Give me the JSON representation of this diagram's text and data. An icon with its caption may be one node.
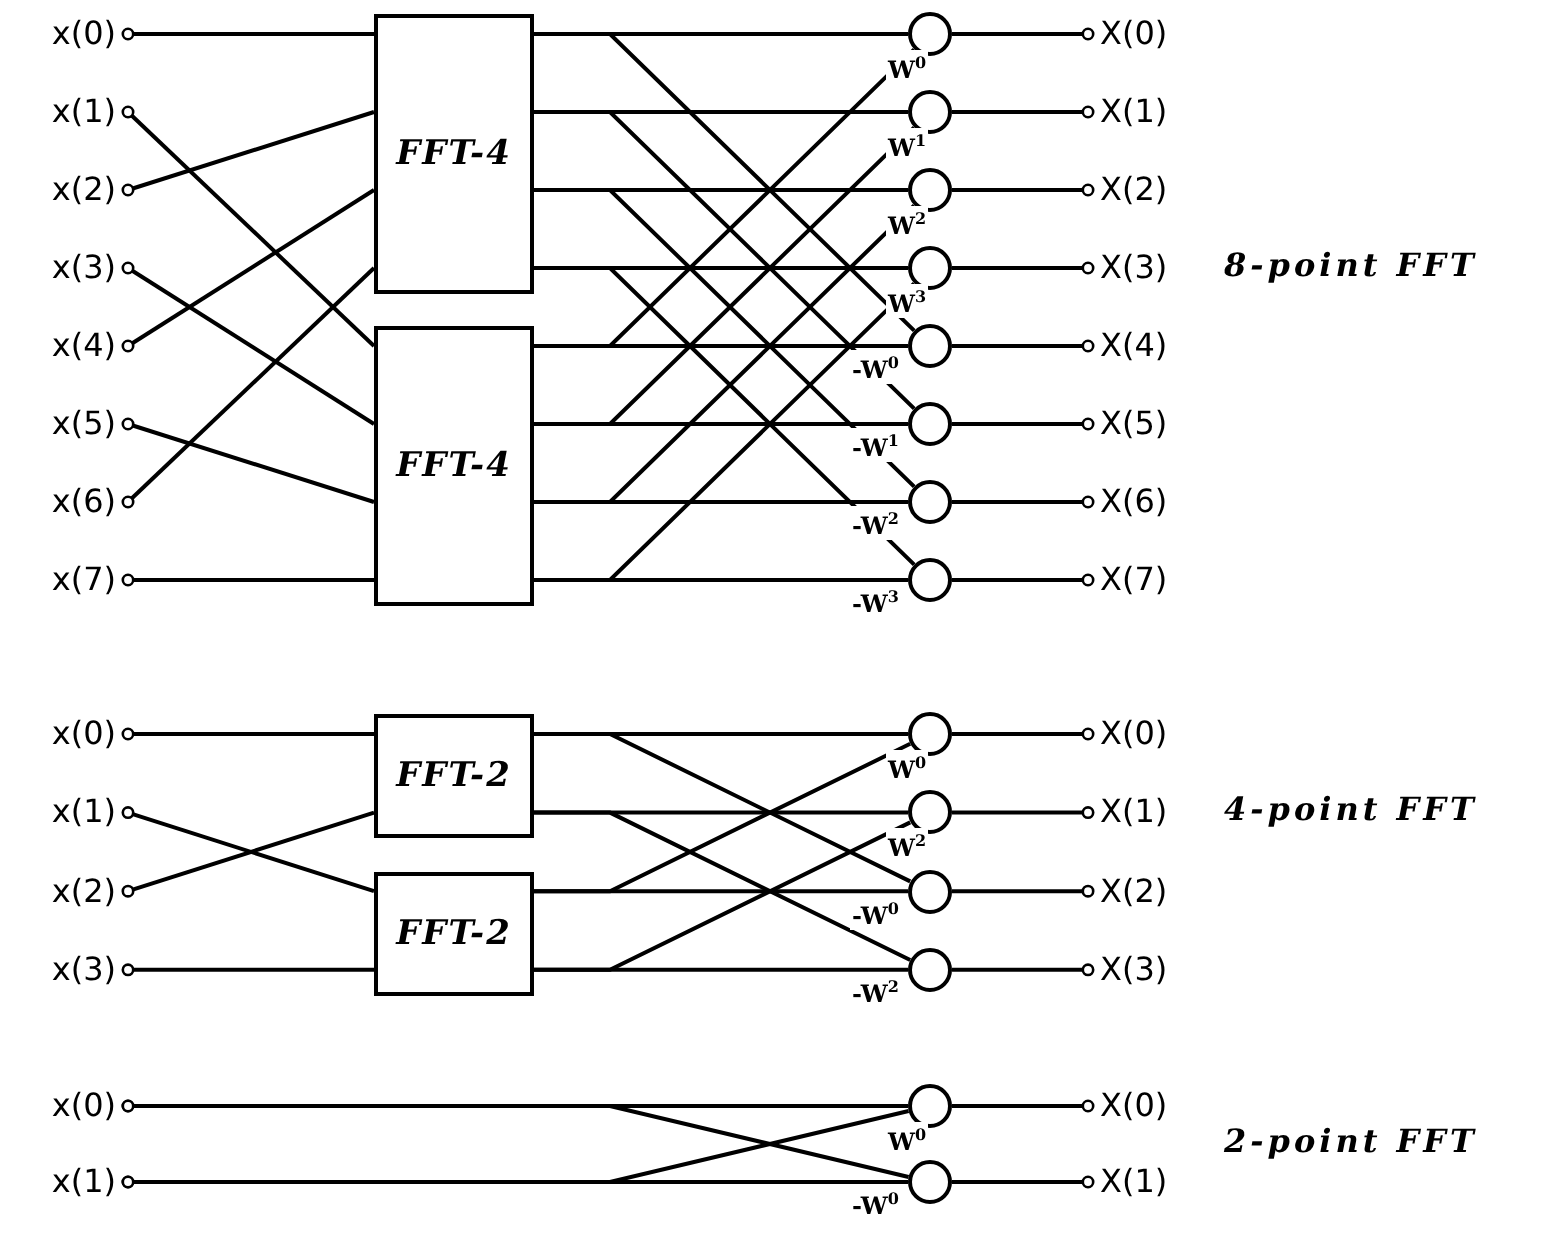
{
  "diagram": {
    "nodes": [
      {
        "text": [
          "x(0)"
        ]
      },
      {
        "text": [
          "x(1)"
        ]
      },
      {
        "text": [
          "x(2)"
        ]
      },
      {
        "text": [
          "x(3)"
        ]
      },
      {
        "text": [
          "x(4)"
        ]
      },
      {
        "text": [
          "x(5)"
        ]
      },
      {
        "text": [
          "x(6)"
        ]
      },
      {
        "text": [
          "x(7)"
        ]
      },
      {
        "text": [
          "FFT-4"
        ]
      },
      {
        "text": [
          "FFT-4"
        ]
      },
      {
        "text": [],
        "shape": "circle"
      },
      {
        "text": [],
        "shape": "circle"
      },
      {
        "text": [],
        "shape": "circle"
      },
      {
        "text": [],
        "shape": "circle"
      },
      {
        "text": [],
        "shape": "circle"
      },
      {
        "text": [],
        "shape": "circle"
      },
      {
        "text": [],
        "shape": "circle"
      },
      {
        "text": [],
        "shape": "circle"
      },
      {
        "text": [
          "X(0)"
        ]
      },
      {
        "text": [
          "X(1)"
        ]
      },
      {
        "text": [
          "X(2)"
        ]
      },
      {
        "text": [
          "X(3)"
        ]
      },
      {
        "text": [
          "X(4)"
        ]
      },
      {
        "text": [
          "X(5)"
        ]
      },
      {
        "text": [
          "X(6)"
        ]
      },
      {
        "text": [
          "X(7)"
        ]
      },
      {
        "text": [
          "x(0)"
        ]
      },
      {
        "text": [
          "x(1)"
        ]
      },
      {
        "text": [
          "x(2)"
        ]
      },
      {
        "text": [
          "x(3)"
        ]
      },
      {
        "text": [
          "FFT-2"
        ]
      },
      {
        "text": [
          "FFT-2"
        ]
      },
      {
        "text": [],
        "shape": "circle"
      },
      {
        "text": [],
        "shape": "circle"
      },
      {
        "text": [],
        "shape": "circle"
      },
      {
        "text": [],
        "shape": "circle"
      },
      {
        "text": [
          "X(0)"
        ]
      },
      {
        "text": [
          "X(1)"
        ]
      },
      {
        "text": [
          "X(2)"
        ]
      },
      {
        "text": [
          "X(3)"
        ]
      },
      {
        "text": [
          "x(0)"
        ]
      },
      {
        "text": [
          "x(1)"
        ]
      },
      {
        "text": [],
        "shape": "circle"
      },
      {
        "text": [],
        "shape": "circle"
      },
      {
        "text": [
          "X(0)"
        ]
      },
      {
        "text": [
          "X(1)"
        ]
      }
    ],
    "edges": [
      {
        "from": 0,
        "to": 8,
        "arrow": "other"
      },
      {
        "from": 1,
        "to": 9,
        "arrow": "other"
      },
      {
        "from": 2,
        "to": 8,
        "arrow": "other"
      },
      {
        "from": 3,
        "to": 9,
        "arrow": "other"
      },
      {
        "from": 4,
        "to": 8,
        "arrow": "other"
      },
      {
        "from": 5,
        "to": 9,
        "arrow": "other"
      },
      {
        "from": 6,
        "to": 8,
        "arrow": "other"
      },
      {
        "from": 7,
        "to": 9,
        "arrow": "other"
      },
      {
        "from": 8,
        "to": 10,
        "arrow": "none"
      },
      {
        "from": 8,
        "to": 14,
        "arrow": "none"
      },
      {
        "from": 9,
        "to": 14,
        "arrow": "none",
        "label": "-W$^{0}$"
      },
      {
        "from": 9,
        "to": 10,
        "arrow": "none",
        "label": "W$^{0}$"
      },
      {
        "from": 8,
        "to": 11,
        "arrow": "none"
      },
      {
        "from": 8,
        "to": 15,
        "arrow": "none"
      },
      {
        "from": 9,
        "to": 15,
        "arrow": "none",
        "label": "-W$^{1}$"
      },
      {
        "from": 9,
        "to": 11,
        "arrow": "none",
        "label": "W$^{1}$"
      },
      {
        "from": 8,
        "to": 12,
        "arrow": "none"
      },
      {
        "from": 8,
        "to": 16,
        "arrow": "none"
      },
      {
        "from": 9,
        "to": 16,
        "arrow": "none",
        "label": "-W$^{2}$"
      },
      {
        "from": 9,
        "to": 12,
        "arrow": "none",
        "label": "W$^{2}$"
      },
      {
        "from": 8,
        "to": 13,
        "arrow": "none"
      },
      {
        "from": 8,
        "to": 17,
        "arrow": "none"
      },
      {
        "from": 9,
        "to": 17,
        "arrow": "none",
        "label": "-W$^{3}$"
      },
      {
        "from": 9,
        "to": 13,
        "arrow": "none",
        "label": "W$^{3}$"
      },
      {
        "from": 10,
        "to": 18,
        "arrow": "other"
      },
      {
        "from": 11,
        "to": 19,
        "arrow": "other"
      },
      {
        "from": 12,
        "to": 20,
        "arrow": "other"
      },
      {
        "from": 13,
        "to": 21,
        "arrow": "other"
      },
      {
        "from": 14,
        "to": 22,
        "arrow": "other"
      },
      {
        "from": 15,
        "to": 23,
        "arrow": "other"
      },
      {
        "from": 16,
        "to": 24,
        "arrow": "other"
      },
      {
        "from": 17,
        "to": 25,
        "arrow": "other"
      },
      {
        "from": 26,
        "to": 30,
        "arrow": "other"
      },
      {
        "from": 27,
        "to": 31,
        "arrow": "other"
      },
      {
        "from": 28,
        "to": 30,
        "arrow": "other"
      },
      {
        "from": 29,
        "to": 31,
        "arrow": "other"
      },
      {
        "from": 30,
        "to": 32,
        "arrow": "none"
      },
      {
        "from": 30,
        "to": 34,
        "arrow": "none"
      },
      {
        "from": 31,
        "to": 34,
        "arrow": "none",
        "label": "-W$^{0}$"
      },
      {
        "from": 31,
        "to": 32,
        "arrow": "none",
        "label": "W$^{0}$"
      },
      {
        "from": 30,
        "to": 33,
        "arrow": "none"
      },
      {
        "from": 30,
        "to": 35,
        "arrow": "none"
      },
      {
        "from": 31,
        "to": 35,
        "arrow": "none",
        "label": "-W$^{2}$"
      },
      {
        "from": 31,
        "to": 33,
        "arrow": "none",
        "label": "W$^{2}$"
      },
      {
        "from": 32,
        "to": 36,
        "arrow": "other"
      },
      {
        "from": 33,
        "to": 37,
        "arrow": "other"
      },
      {
        "from": 34,
        "to": 38,
        "arrow": "other"
      },
      {
        "from": 35,
        "to": 39,
        "arrow": "other"
      },
      {
        "from": 40,
        "to": 42,
        "arrow": "other"
      },
      {
        "from": 40,
        "to": 43,
        "arrow": "other"
      },
      {
        "from": 41,
        "to": 43,
        "arrow": "other",
        "label": "-W$^{0}$"
      },
      {
        "from": 41,
        "to": 42,
        "arrow": "other",
        "label": "W$^{0}$"
      },
      {
        "from": 42,
        "to": 44,
        "arrow": "other"
      },
      {
        "from": 43,
        "to": 45,
        "arrow": "other"
      }
    ],
    "labels": [
      "8-point FFT",
      "4-point FFT",
      "2-point FFT"
    ]
  }
}
